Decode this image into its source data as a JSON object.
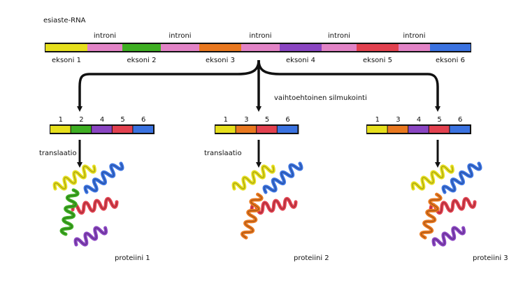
{
  "title": "esiaste-RNA",
  "colors": {
    "yellow": "#e6df1c",
    "pink": "#e283c6",
    "green": "#3eae22",
    "orange": "#e9781f",
    "purple": "#8a45c2",
    "red": "#e2414f",
    "blue": "#3a72e0"
  },
  "pre_mrna": {
    "segments": [
      {
        "type": "exon",
        "color": "yellow",
        "label": "eksoni 1"
      },
      {
        "type": "intron",
        "color": "pink",
        "label": "introni"
      },
      {
        "type": "exon",
        "color": "green",
        "label": "eksoni 2"
      },
      {
        "type": "intron",
        "color": "pink",
        "label": "introni"
      },
      {
        "type": "exon",
        "color": "orange",
        "label": "eksoni 3"
      },
      {
        "type": "intron",
        "color": "pink",
        "label": "introni"
      },
      {
        "type": "exon",
        "color": "purple",
        "label": "eksoni 4"
      },
      {
        "type": "intron",
        "color": "pink",
        "label": "introni"
      },
      {
        "type": "exon",
        "color": "red",
        "label": "eksoni 5"
      },
      {
        "type": "intron",
        "color": "pink",
        "label": "introni"
      },
      {
        "type": "exon",
        "color": "blue",
        "label": "eksoni 6"
      }
    ]
  },
  "splicing_label": "vaihtoehtoinen silmukointi",
  "mrnas": [
    {
      "exons": [
        {
          "n": "1",
          "color": "yellow"
        },
        {
          "n": "2",
          "color": "green"
        },
        {
          "n": "4",
          "color": "purple"
        },
        {
          "n": "5",
          "color": "red"
        },
        {
          "n": "6",
          "color": "blue"
        }
      ],
      "translation_label": "translaatio",
      "protein_label": "proteiini 1"
    },
    {
      "exons": [
        {
          "n": "1",
          "color": "yellow"
        },
        {
          "n": "3",
          "color": "orange"
        },
        {
          "n": "5",
          "color": "red"
        },
        {
          "n": "6",
          "color": "blue"
        }
      ],
      "translation_label": "translaatio",
      "protein_label": "proteiini 2"
    },
    {
      "exons": [
        {
          "n": "1",
          "color": "yellow"
        },
        {
          "n": "3",
          "color": "orange"
        },
        {
          "n": "4",
          "color": "purple"
        },
        {
          "n": "5",
          "color": "red"
        },
        {
          "n": "6",
          "color": "blue"
        }
      ],
      "protein_label": "proteiini 3"
    }
  ]
}
